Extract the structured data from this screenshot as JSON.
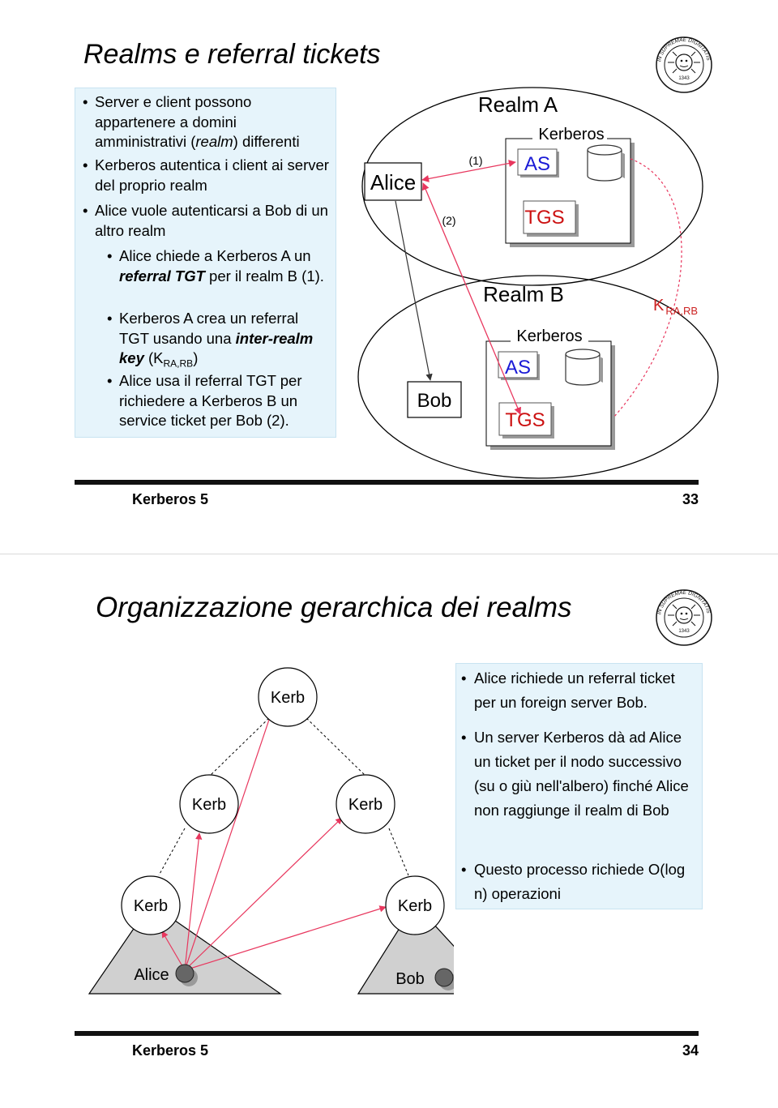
{
  "slide1": {
    "title": "Realms e referral tickets",
    "bullets": [
      {
        "level": 1,
        "parts": [
          {
            "t": "Server e client possono appartenere a domini amministrativi ("
          },
          {
            "t": "realm",
            "s": "i"
          },
          {
            "t": ") differenti"
          }
        ]
      },
      {
        "level": 1,
        "parts": [
          {
            "t": "Kerberos autentica i client ai server del proprio realm"
          }
        ]
      },
      {
        "level": 1,
        "parts": [
          {
            "t": "Alice vuole autenticarsi a Bob di un altro realm"
          }
        ]
      },
      {
        "level": 2,
        "parts": [
          {
            "t": "Alice chiede a Kerberos A un "
          },
          {
            "t": "referral TGT",
            "s": "bi"
          },
          {
            "t": " per il realm B (1)."
          }
        ]
      },
      {
        "level": 2,
        "parts": [
          {
            "t": "Kerberos A crea un referral TGT usando una "
          },
          {
            "t": "inter-realm key",
            "s": "bi"
          },
          {
            "t": " (K"
          },
          {
            "t": "RA,RB",
            "s": "sub"
          },
          {
            "t": ")"
          }
        ]
      },
      {
        "level": 2,
        "parts": [
          {
            "t": "Alice usa il referral TGT per richiedere a Kerberos B un service ticket per Bob (2)."
          }
        ]
      }
    ],
    "diagram": {
      "alice": "Alice",
      "bob": "Bob",
      "realm_a": {
        "title": "Realm A",
        "kerberos": "Kerberos",
        "as": "AS",
        "tgs": "TGS"
      },
      "realm_b": {
        "title": "Realm B",
        "kerberos": "Kerberos",
        "as": "AS",
        "tgs": "TGS"
      },
      "step1": "(1)",
      "step2": "(2)",
      "key_main": "K",
      "key_sub": "RA,RB"
    },
    "footer": "Kerberos 5",
    "page": "33"
  },
  "slide2": {
    "title": "Organizzazione gerarchica dei realms",
    "tree": {
      "root": "Kerb",
      "mid_left": "Kerb",
      "mid_right": "Kerb",
      "leaf_left": "Kerb",
      "leaf_right": "Kerb",
      "alice": "Alice",
      "bob": "Bob"
    },
    "bullets": [
      "Alice richiede un referral ticket per un foreign server Bob.",
      "Un server Kerberos dà ad Alice un ticket per il nodo successivo (su o giù nell'albero) finché Alice non raggiunge il realm di Bob",
      "Questo processo richiede O(log n) operazioni"
    ],
    "footer": "Kerberos 5",
    "page": "34"
  },
  "logo": {
    "ring_text": "IN SUPREMAE DIGNITATIS",
    "year": "1343"
  },
  "colors": {
    "box_bg": "#e6f4fb",
    "arrow_red": "#e8375e",
    "blue_text": "#1a1ad6",
    "red_text": "#cc1111",
    "key_red": "#cc2222"
  }
}
